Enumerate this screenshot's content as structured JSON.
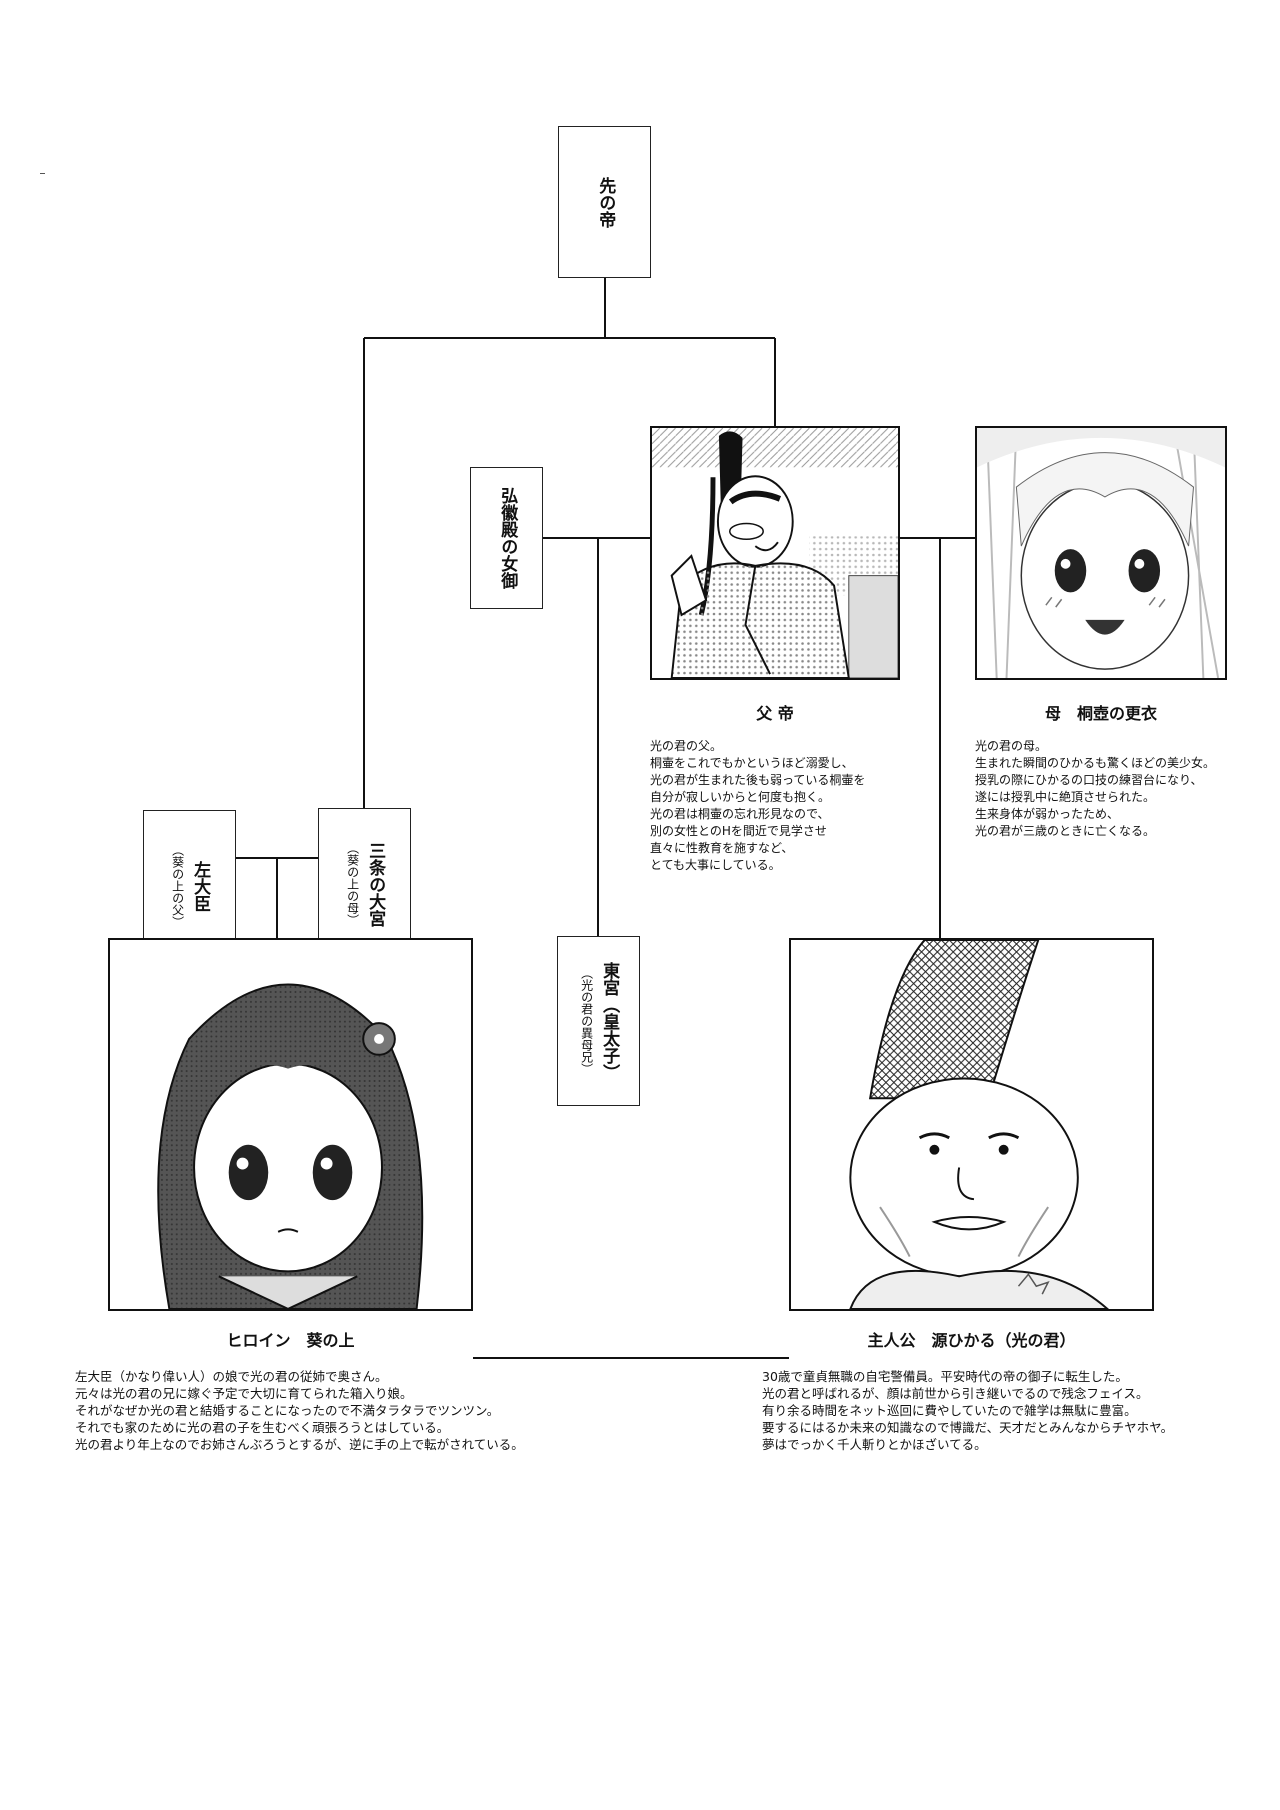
{
  "nodes": {
    "former_emperor": {
      "name": "先の帝"
    },
    "kokiden": {
      "name": "弘徽殿の女御"
    },
    "sadaijin": {
      "name": "左大臣",
      "relation": "（葵の上の父）"
    },
    "sanjo": {
      "name": "三条の大宮",
      "relation": "（葵の上の母）"
    },
    "togu": {
      "name": "東宮（皇太子）",
      "relation": "（光の君の異母兄）"
    }
  },
  "characters": {
    "father": {
      "caption": "父 帝",
      "desc": [
        "光の君の父。",
        "桐壷をこれでもかというほど溺愛し、",
        "光の君が生まれた後も弱っている桐壷を",
        "自分が寂しいからと何度も抱く。",
        "光の君は桐壷の忘れ形見なので、",
        "別の女性とのHを間近で見学させ",
        "直々に性教育を施すなど、",
        "とても大事にしている。"
      ]
    },
    "mother": {
      "caption": "母　桐壺の更衣",
      "desc": [
        "光の君の母。",
        "生まれた瞬間のひかるも驚くほどの美少女。",
        "授乳の際にひかるの口技の練習台になり、",
        "遂には授乳中に絶頂させられた。",
        "生来身体が弱かったため、",
        "光の君が三歳のときに亡くなる。"
      ]
    },
    "heroine": {
      "caption": "ヒロイン　葵の上",
      "desc": [
        "左大臣（かなり偉い人）の娘で光の君の従姉で奥さん。",
        "元々は光の君の兄に嫁ぐ予定で大切に育てられた箱入り娘。",
        "それがなぜか光の君と結婚することになったので不満タラタラでツンツン。",
        "それでも家のために光の君の子を生むべく頑張ろうとはしている。",
        "光の君より年上なのでお姉さんぶろうとするが、逆に手の上で転がされている。"
      ]
    },
    "hero": {
      "caption": "主人公　源ひかる（光の君）",
      "desc": [
        "30歳で童貞無職の自宅警備員。平安時代の帝の御子に転生した。",
        "光の君と呼ばれるが、顔は前世から引き継いでるので残念フェイス。",
        "有り余る時間をネット巡回に費やしていたので雑学は無駄に豊富。",
        "要するにはるか未来の知識なので博識だ、天才だとみんなからチヤホヤ。",
        "夢はでっかく千人斬りとかほざいてる。"
      ]
    }
  },
  "colors": {
    "ink": "#111111",
    "paper": "#ffffff",
    "screentone": "#9a9a9a"
  }
}
